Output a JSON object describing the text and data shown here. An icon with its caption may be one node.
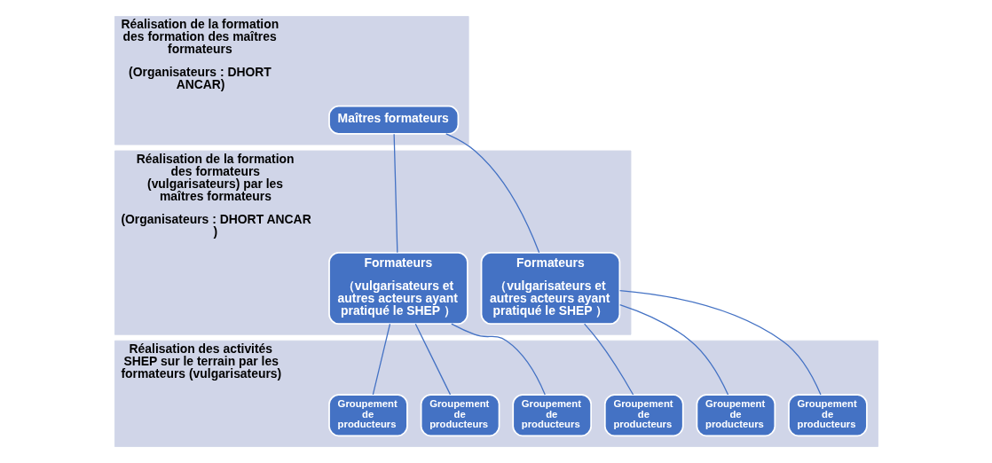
{
  "diagram": {
    "nodes": [
      {
        "text": [
          "Réalisation de la formation des formation des maîtres formateurs",
          "(Organisateurs : DHORT ANCAR)"
        ]
      },
      {
        "text": [
          "Maîtres formateurs"
        ],
        "in": 0
      },
      {
        "text": [
          "Réalisation de la formation des formateurs (vulgarisateurs) par les maîtres formateurs",
          "(Organisateurs : DHORT ANCAR )"
        ]
      },
      {
        "text": [
          "Formateurs",
          "（vulgarisateurs et autres acteurs ayant pratiqué le SHEP ）"
        ],
        "in": 2
      },
      {
        "text": [
          "Formateurs",
          "（vulgarisateurs et autres acteurs ayant pratiqué le SHEP ）"
        ],
        "in": 2
      },
      {
        "text": [
          "Réalisation des activités SHEP sur le terrain par les formateurs (vulgarisateurs)"
        ]
      },
      {
        "text": [
          "Groupement de producteurs"
        ],
        "in": 5
      },
      {
        "text": [
          "Groupement de producteurs"
        ],
        "in": 5
      },
      {
        "text": [
          "Groupement de producteurs"
        ],
        "in": 5
      },
      {
        "text": [
          "Groupement de producteurs"
        ],
        "in": 5
      },
      {
        "text": [
          "Groupement de producteurs"
        ],
        "in": 5
      },
      {
        "text": [
          "Groupement de producteurs"
        ],
        "in": 5
      }
    ],
    "edges": [
      {
        "from": 1,
        "to": 3,
        "arrow": "none"
      },
      {
        "from": 1,
        "to": 4,
        "arrow": "none"
      },
      {
        "from": 3,
        "to": 6,
        "arrow": "none"
      },
      {
        "from": 3,
        "to": 7,
        "arrow": "none"
      },
      {
        "from": 3,
        "to": 8,
        "arrow": "none"
      },
      {
        "from": 4,
        "to": 9,
        "arrow": "none"
      },
      {
        "from": 4,
        "to": 10,
        "arrow": "none"
      },
      {
        "from": 4,
        "to": 11,
        "arrow": "none"
      }
    ]
  }
}
